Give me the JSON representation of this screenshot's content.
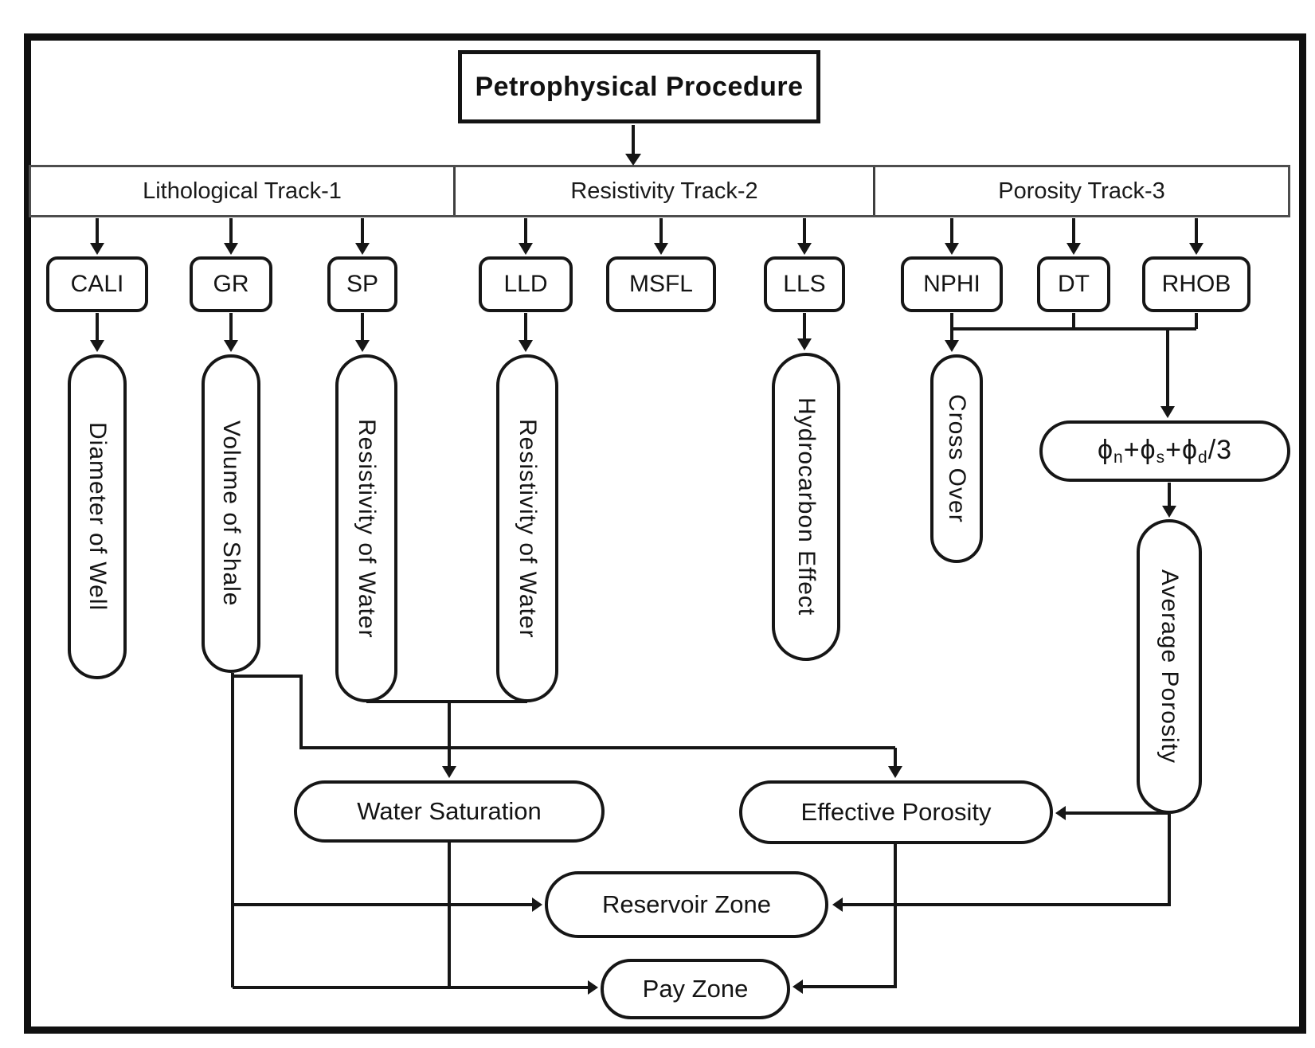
{
  "diagram": {
    "title": "Petrophysical Procedure",
    "tracks": [
      {
        "label": "Lithological Track-1"
      },
      {
        "label": "Resistivity Track-2"
      },
      {
        "label": "Porosity Track-3"
      }
    ],
    "logs": [
      {
        "label": "CALI"
      },
      {
        "label": "GR"
      },
      {
        "label": "SP"
      },
      {
        "label": "LLD"
      },
      {
        "label": "MSFL"
      },
      {
        "label": "LLS"
      },
      {
        "label": "NPHI"
      },
      {
        "label": "DT"
      },
      {
        "label": "RHOB"
      }
    ],
    "derived": [
      {
        "label": "Diameter of Well"
      },
      {
        "label": "Volume of Shale"
      },
      {
        "label": "Resistivity of Water"
      },
      {
        "label": "Resistivity of Water"
      },
      {
        "label": "Hydrocarbon Effect"
      },
      {
        "label": "Cross Over"
      },
      {
        "label": "Average Porosity"
      }
    ],
    "formula": {
      "parts": [
        "ϕ",
        "n",
        "+ϕ",
        "s",
        "+ϕ",
        "d",
        "/3"
      ]
    },
    "results": [
      {
        "label": "Water Saturation"
      },
      {
        "label": "Effective Porosity"
      },
      {
        "label": "Reservoir Zone"
      },
      {
        "label": "Pay Zone"
      }
    ],
    "colors": {
      "stroke": "#161616",
      "band_border": "#4d4d4d",
      "background": "#ffffff",
      "text": "#111111"
    }
  }
}
